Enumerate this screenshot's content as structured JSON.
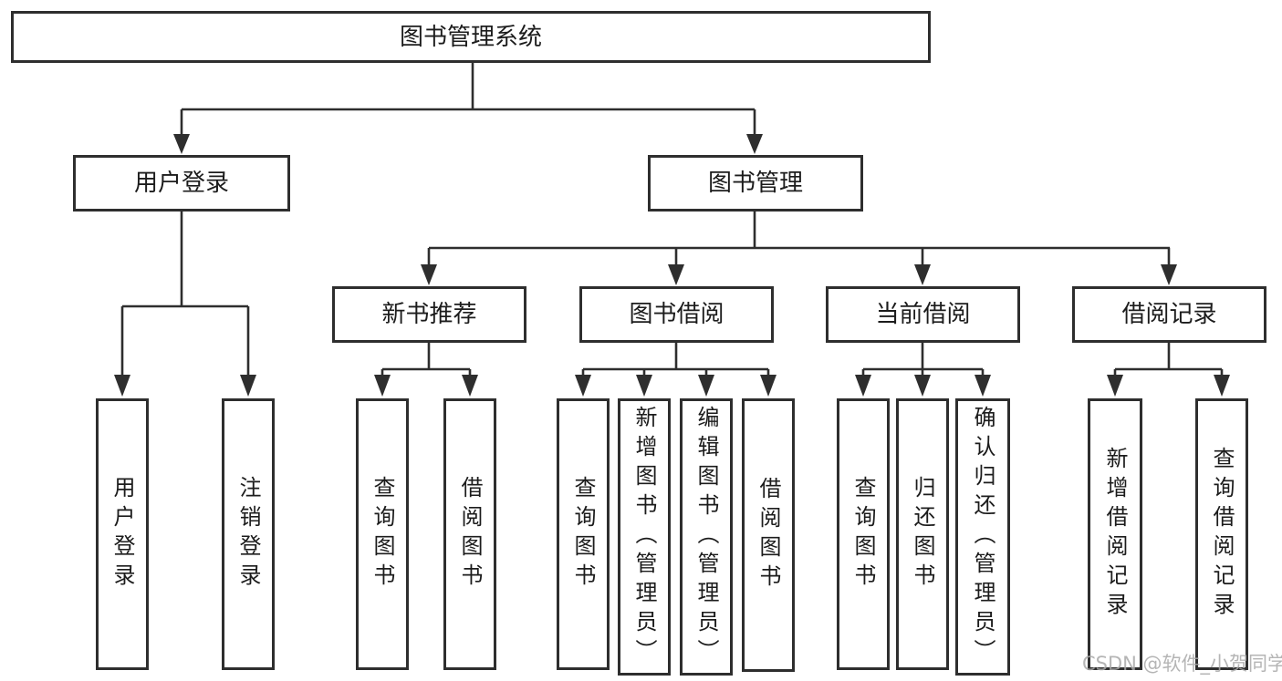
{
  "diagram": {
    "watermark": "CSDN @软件_小贺同学",
    "colors": {
      "line": "#2e2e2e",
      "box_border": "#2e2e2e",
      "text": "#1c1c1c",
      "background": "#ffffff",
      "watermark": "#a9a9a9"
    },
    "nodes": {
      "root": {
        "label": "图书管理系统"
      },
      "user_login": {
        "label": "用户登录"
      },
      "book_mgmt": {
        "label": "图书管理"
      },
      "new_book_rec": {
        "label": "新书推荐"
      },
      "book_borrow": {
        "label": "图书借阅"
      },
      "current_borrow": {
        "label": "当前借阅"
      },
      "borrow_records": {
        "label": "借阅记录"
      },
      "leaf_user_login": {
        "label": "用户登录"
      },
      "leaf_logout": {
        "label": "注销登录"
      },
      "leaf_nb_query": {
        "label": "查询图书"
      },
      "leaf_nb_borrow": {
        "label": "借阅图书"
      },
      "leaf_bb_query": {
        "label": "查询图书"
      },
      "leaf_bb_add": {
        "label": "新增图书（管理员）"
      },
      "leaf_bb_edit": {
        "label": "编辑图书（管理员）"
      },
      "leaf_bb_borrow": {
        "label": "借阅图书"
      },
      "leaf_cb_query": {
        "label": "查询图书"
      },
      "leaf_cb_return": {
        "label": "归还图书"
      },
      "leaf_cb_confirm": {
        "label": "确认归还（管理员）"
      },
      "leaf_br_add": {
        "label": "新增借阅记录"
      },
      "leaf_br_query": {
        "label": "查询借阅记录"
      }
    }
  }
}
